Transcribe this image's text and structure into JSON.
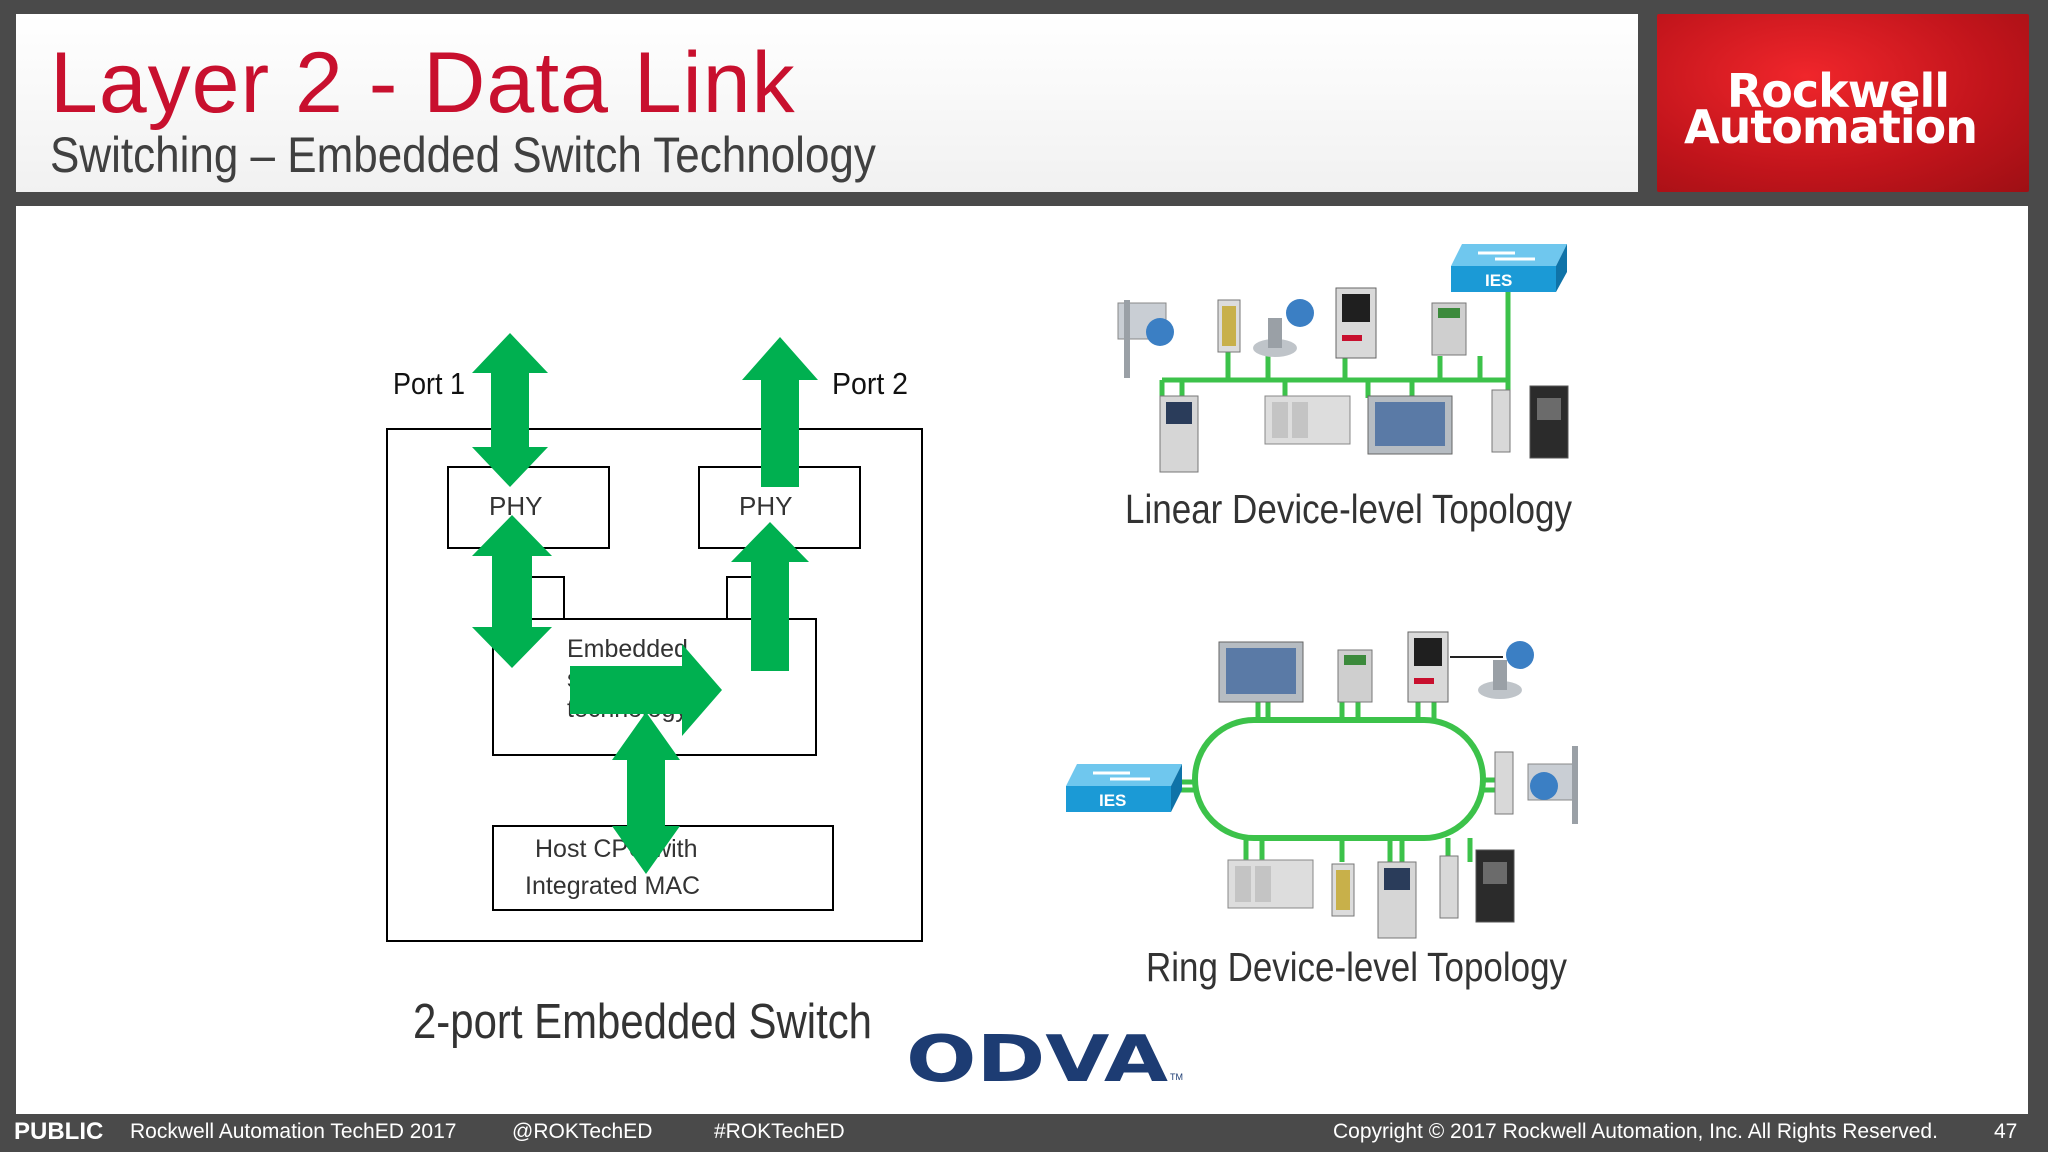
{
  "header": {
    "title": "Layer 2 - Data Link",
    "subtitle": "Switching – Embedded Switch Technology"
  },
  "logo": {
    "line1": "Rockwell",
    "line2": "Automation"
  },
  "diagram": {
    "port1": "Port 1",
    "port2": "Port 2",
    "phy1": "PHY",
    "phy2": "PHY",
    "embedded_l1": "Embedded",
    "embedded_l2": "switch",
    "embedded_l3": "technology",
    "host_l1": "Host CPU with",
    "host_l2": "Integrated MAC",
    "caption": "2-port Embedded Switch"
  },
  "linear": {
    "switch_label": "IES",
    "caption": "Linear Device-level Topology"
  },
  "ring": {
    "switch_label": "IES",
    "caption": "Ring Device-level Topology"
  },
  "odva": {
    "name": "ODVA",
    "tm": "TM"
  },
  "footer": {
    "classification": "PUBLIC",
    "event": "Rockwell Automation TechED 2017",
    "handle": "@ROKTechED",
    "hashtag": "#ROKTechED",
    "copyright": "Copyright © 2017 Rockwell Automation, Inc. All Rights Reserved.",
    "page": "47"
  },
  "colors": {
    "accent": "#c8102e",
    "arrow": "#00b050",
    "switch": "#1b9ad6",
    "odva": "#1d3c73"
  }
}
